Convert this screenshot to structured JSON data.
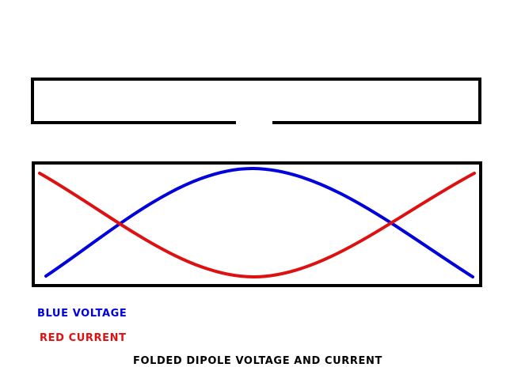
{
  "colors": {
    "background": "#ffffff",
    "outline": "#000000",
    "voltage": "#0000dd",
    "current": "#dd1111"
  },
  "legend": {
    "voltage": "BLUE VOLTAGE",
    "current": "RED CURRENT"
  },
  "caption": "FOLDED DIPOLE VOLTAGE AND CURRENT"
}
